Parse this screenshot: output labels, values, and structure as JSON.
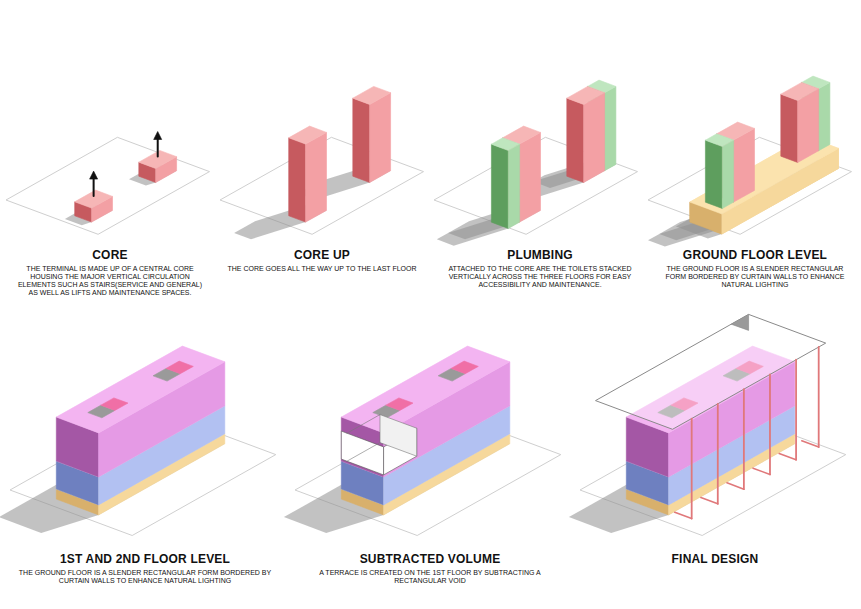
{
  "diagram": {
    "labels": [
      "CORE",
      "THE TERMINAL IS MADE UP OF A CENTRAL CORE HOUSING THE MAJOR VERTICAL CIRCULATION ELEMENTS SUCH AS STAIRS(SERVICE AND GENERAL) AS WELL AS LIFTS AND MAINTENANCE SPACES.",
      "CORE UP",
      "THE CORE GOES ALL THE WAY UP TO THE LAST FLOOR",
      "PLUMBING",
      "ATTACHED TO THE CORE ARE THE TOILETS STACKED VERTICALLY ACROSS THE THREE FLOORS FOR EASY ACCESSIBILITY AND MAINTENANCE.",
      "GROUND FLOOR LEVEL",
      "THE GROUND FLOOR IS A SLENDER RECTANGULAR FORM BORDERED BY CURTAIN WALLS TO ENHANCE NATURAL LIGHTING",
      "1ST AND 2ND FLOOR LEVEL",
      "THE GROUND FLOOR IS A SLENDER RECTANGULAR FORM BORDERED BY CURTAIN WALLS TO ENHANCE NATURAL LIGHTING",
      "SUBTRACTED VOLUME",
      "A TERRACE IS CREATED ON THE 1ST FLOOR BY SUBTRACTING A RECTANGULAR VOID",
      "FINAL DESIGN"
    ]
  }
}
